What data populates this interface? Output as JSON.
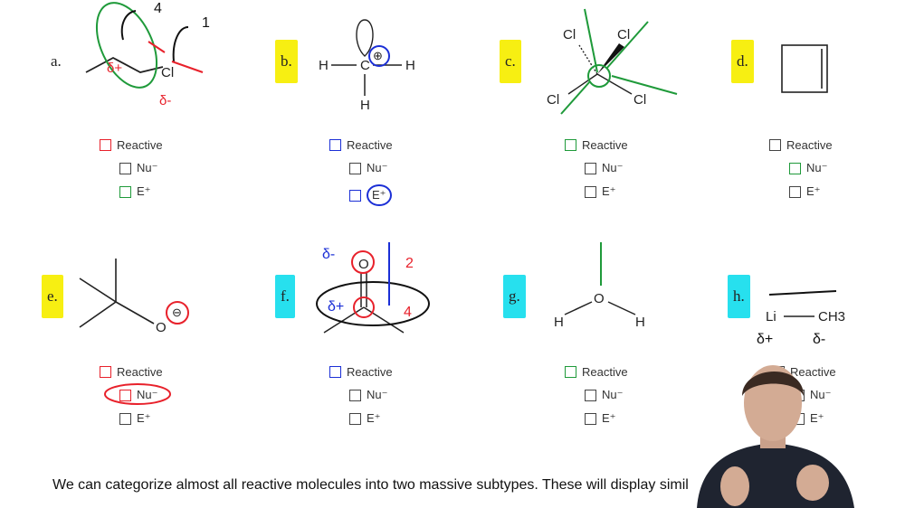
{
  "problems": [
    {
      "id": "a",
      "label": "a.",
      "highlight": "none",
      "atoms": [
        "Cl"
      ],
      "options": [
        "Reactive",
        "Nu⁻",
        "E⁺"
      ],
      "ink": [
        "4",
        "1",
        "δ+",
        "δ-"
      ]
    },
    {
      "id": "b",
      "label": "b.",
      "highlight": "yellow",
      "atoms": [
        "H",
        "C",
        "H",
        "H",
        "⊕"
      ],
      "options": [
        "Reactive",
        "Nu⁻",
        "E⁺"
      ]
    },
    {
      "id": "c",
      "label": "c.",
      "highlight": "yellow",
      "atoms": [
        "Cl",
        "Cl",
        "Cl",
        "Cl"
      ],
      "options": [
        "Reactive",
        "Nu⁻",
        "E⁺"
      ]
    },
    {
      "id": "d",
      "label": "d.",
      "highlight": "yellow",
      "atoms": [],
      "options": [
        "Reactive",
        "Nu⁻",
        "E⁺"
      ]
    },
    {
      "id": "e",
      "label": "e.",
      "highlight": "yellow",
      "atoms": [
        "O",
        "⊖"
      ],
      "options": [
        "Reactive",
        "Nu⁻",
        "E⁺"
      ]
    },
    {
      "id": "f",
      "label": "f.",
      "highlight": "cyan",
      "atoms": [
        "O"
      ],
      "options": [
        "Reactive",
        "Nu⁻",
        "E⁺"
      ],
      "ink": [
        "δ-",
        "2",
        "δ+",
        "4"
      ]
    },
    {
      "id": "g",
      "label": "g.",
      "highlight": "cyan",
      "atoms": [
        "H",
        "O",
        "H"
      ],
      "options": [
        "Reactive",
        "Nu⁻",
        "E⁺"
      ]
    },
    {
      "id": "h",
      "label": "h.",
      "highlight": "cyan",
      "atoms": [
        "Li",
        "CH3"
      ],
      "options": [
        "Reactive",
        "Nu⁻",
        "E⁺"
      ],
      "ink": [
        "δ+",
        "δ-"
      ]
    }
  ],
  "caption": "We can categorize almost all reactive molecules into two massive subtypes. These will display simil",
  "colors": {
    "red": "#e8212b",
    "green": "#1f9a3a",
    "blue": "#1b2fd6",
    "black": "#111111",
    "yellow": "#f7ef12",
    "cyan": "#27e0ee"
  }
}
